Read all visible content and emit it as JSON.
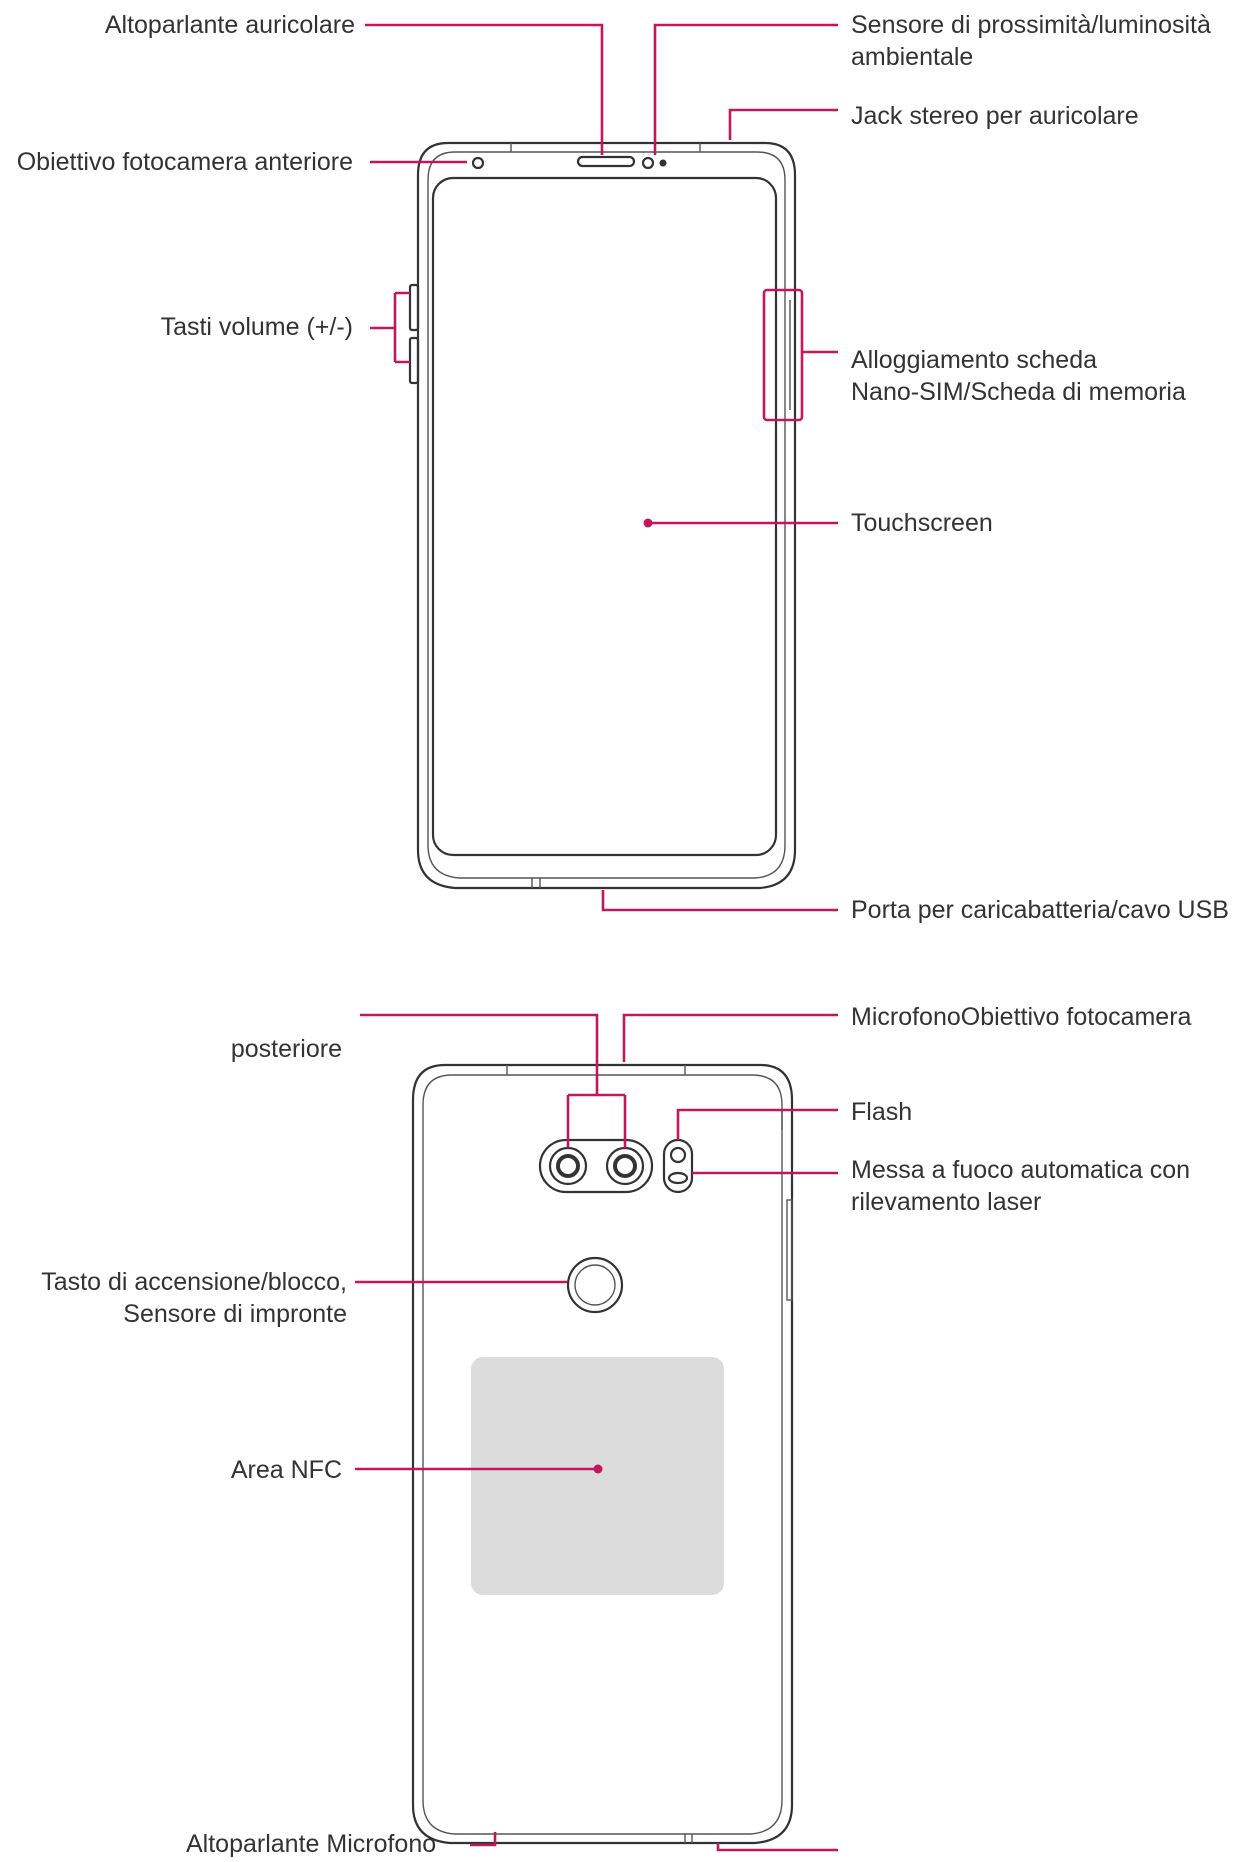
{
  "colors": {
    "leader": "#c2185b",
    "outline": "#333333",
    "nfc_fill": "#dcdcdc",
    "text": "#333333"
  },
  "front": {
    "earpiece_speaker": "Altoparlante auricolare",
    "front_camera_lens": "Obiettivo fotocamera anteriore",
    "volume_keys": "Tasti volume (+/-)",
    "proximity_sensor_line1": "Sensore di prossimità/luminosità",
    "proximity_sensor_line2": "ambientale",
    "stereo_jack": "Jack stereo per auricolare",
    "sim_tray_line1": "Alloggiamento scheda",
    "sim_tray_line2": "Nano-SIM/Scheda di memoria",
    "touchscreen": "Touchscreen",
    "charger_port": "Porta per caricabatteria/cavo USB"
  },
  "back": {
    "rear_camera_label": "posteriore",
    "microphone_rear_camera": "MicrofonoObiettivo fotocamera",
    "flash": "Flash",
    "laser_af_line1": "Messa a fuoco automatica con",
    "laser_af_line2": "rilevamento laser",
    "power_key_line1": "Tasto di accensione/blocco,",
    "power_key_line2": "Sensore di impronte",
    "nfc_area": "Area NFC",
    "speaker_microphone": "Altoparlante Microfono"
  }
}
